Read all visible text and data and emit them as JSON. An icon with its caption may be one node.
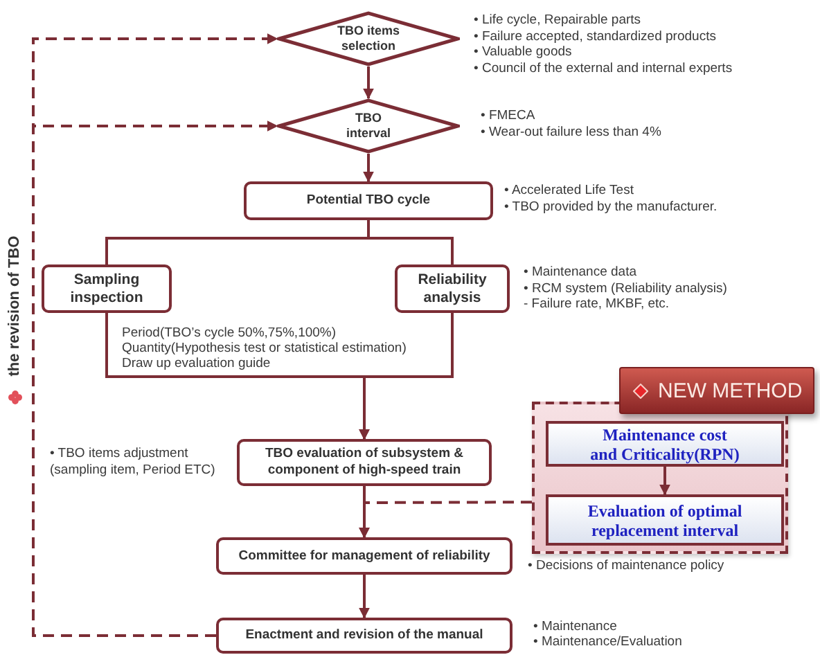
{
  "diagram": {
    "nodes": [
      {
        "text": [
          "TBO items selection"
        ],
        "beside": [
          "• Life cycle, Repairable parts",
          "• Failure accepted, standardized products",
          "• Valuable goods",
          "• Council of the external and internal experts"
        ]
      },
      {
        "text": [
          "TBO interval"
        ],
        "beside": [
          "• FMECA",
          "• Wear-out failure less than 4%"
        ]
      },
      {
        "text": [
          "Potential TBO cycle"
        ],
        "beside": [
          "• Accelerated Life Test",
          "• TBO provided by the manufacturer."
        ]
      },
      {
        "text": [
          "Sampling inspection"
        ],
        "beside": [
          "Period(TBO’s cycle 50%,75%,100%)",
          "Quantity(Hypothesis test or statistical estimation)",
          "Draw up evaluation guide"
        ]
      },
      {
        "text": [
          "Reliability analysis"
        ],
        "beside": [
          "• Maintenance data",
          "• RCM system (Reliability analysis)",
          "- Failure rate, MKBF, etc."
        ]
      },
      {
        "text": [
          "TBO evaluation of subsystem & component of high-speed train"
        ]
      },
      {
        "text": [
          "Committee for management of reliability"
        ],
        "beside": [
          "• Decisions of maintenance policy"
        ]
      },
      {
        "text": [
          "Enactment and revision of the manual"
        ],
        "beside": [
          "• Maintenance",
          "• Maintenance/Evaluation"
        ]
      },
      {
        "text": [
          "NEW METHOD"
        ]
      },
      {
        "text": [
          "Maintenance cost and Criticality(RPN)"
        ],
        "in": 8
      },
      {
        "text": [
          "Evaluation of optimal replacement interval"
        ],
        "in": 8
      }
    ],
    "edges": [
      {
        "from": 0,
        "to": 1,
        "arrow": "to"
      },
      {
        "from": 1,
        "to": 2,
        "arrow": "to"
      },
      {
        "from": 2,
        "to": 3,
        "arrow": "none"
      },
      {
        "from": 2,
        "to": 4,
        "arrow": "none"
      },
      {
        "from": 3,
        "to": 5,
        "arrow": "to"
      },
      {
        "from": 4,
        "to": 5,
        "arrow": "to"
      },
      {
        "from": 5,
        "to": 6,
        "arrow": "to"
      },
      {
        "from": 6,
        "to": 7,
        "arrow": "to"
      },
      {
        "from": 9,
        "to": 10,
        "arrow": "to"
      },
      {
        "from": 8,
        "to": 6,
        "arrow": "to",
        "style": "dashed"
      },
      {
        "from": 7,
        "to": 0,
        "arrow": "to",
        "style": "dashed"
      },
      {
        "from": 7,
        "to": 1,
        "arrow": "to",
        "style": "dashed"
      }
    ],
    "labels": [
      "the revision of TBO",
      "• TBO items adjustment (sampling item, Period ETC)"
    ]
  }
}
